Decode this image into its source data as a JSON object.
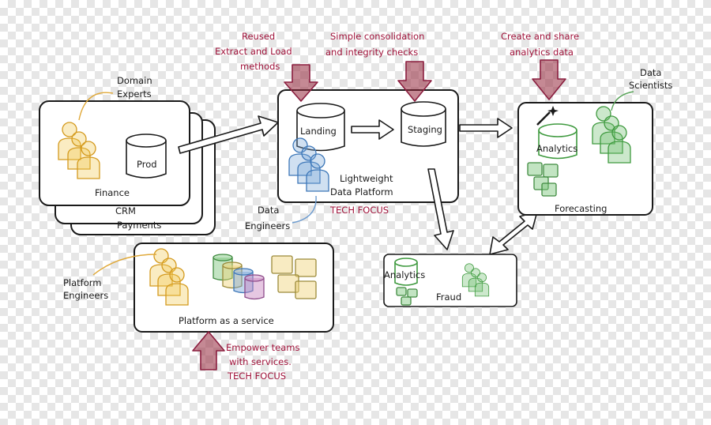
{
  "sources": {
    "finance": "Finance",
    "crm": "CRM",
    "payments": "Payments",
    "prod": "Prod"
  },
  "domain_experts": [
    "Domain",
    "Experts"
  ],
  "data_platform": {
    "landing": "Landing",
    "staging": "Staging",
    "title": [
      "Lightweight",
      "Data Platform"
    ],
    "tech_focus": "TECH FOCUS"
  },
  "data_engineers": [
    "Data",
    "Engineers"
  ],
  "notes": {
    "reused": [
      "Reused",
      "Extract and Load",
      "methods"
    ],
    "consolidation": [
      "Simple consolidation",
      "and integrity checks"
    ],
    "share": [
      "Create and share",
      "analytics data"
    ],
    "empower": [
      "Empower teams",
      "with services."
    ],
    "empower_tech": "TECH FOCUS"
  },
  "data_scientists": [
    "Data",
    "Scientists"
  ],
  "forecasting": {
    "analytics": "Analytics",
    "label": "Forecasting"
  },
  "fraud": {
    "analytics": "Analytics",
    "label": "Fraud"
  },
  "platform": {
    "label": "Platform as a service",
    "engineers": [
      "Platform",
      "Engineers"
    ]
  },
  "colors": {
    "note_red": "#a0123a",
    "yellow": "#d49a1e",
    "blue": "#3d77b8",
    "green": "#3f9a3f"
  }
}
